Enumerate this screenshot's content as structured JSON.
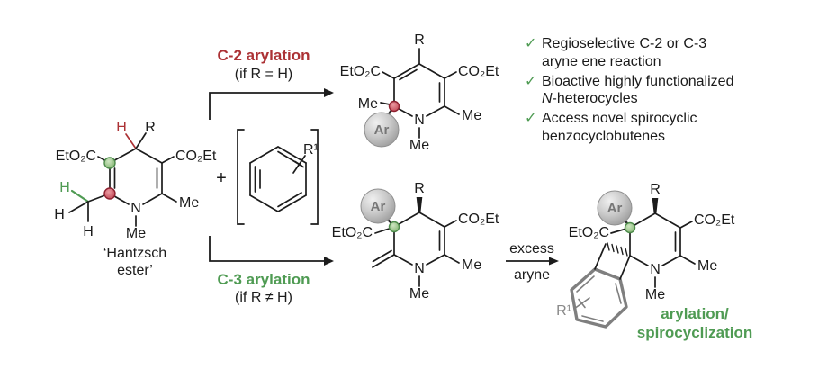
{
  "colors": {
    "red": "#ac3235",
    "green": "#4f9b53",
    "gray": "#7f7f7f"
  },
  "hantzsch": {
    "ester_left": "EtO₂C",
    "ester_right": "CO₂Et",
    "h_allylic": "H",
    "r_substituent": "R",
    "n_label": "N",
    "n_methyl": "Me",
    "c6_methyl": "Me",
    "h_green": "H",
    "h_a": "H",
    "h_b": "H",
    "caption_line1": "‘Hantzsch",
    "caption_line2": "ester’"
  },
  "plus_sign": "+",
  "aryne": {
    "r1": "R¹"
  },
  "arrows": {
    "c2": {
      "label": "C-2 arylation",
      "condition": "(if R = H)"
    },
    "c3": {
      "label": "C-3 arylation",
      "condition": "(if R ≠ H)"
    },
    "excess": {
      "line1": "excess",
      "line2": "aryne"
    }
  },
  "product_c2": {
    "r": "R",
    "ester_left": "EtO₂C",
    "ester_right": "CO₂Et",
    "c2_methyl": "Me",
    "ar": "Ar",
    "n_label": "N",
    "n_methyl": "Me",
    "c6_methyl": "Me"
  },
  "checklist": {
    "check": "✓",
    "items": [
      {
        "line1": "Regioselective C-2 or C-3",
        "line2": "aryne ene reaction"
      },
      {
        "line1": "Bioactive highly functionalized",
        "line2_italic": "N",
        "line2_rest": "-heterocycles"
      },
      {
        "line1": "Access novel spirocyclic",
        "line2": "benzocyclobutenes"
      }
    ]
  },
  "product_c3": {
    "r": "R",
    "ar": "Ar",
    "ester_left": "EtO₂C",
    "ester_right": "CO₂Et",
    "n_label": "N",
    "n_methyl": "Me",
    "c6_methyl": "Me"
  },
  "product_spiro": {
    "r": "R",
    "ar": "Ar",
    "ester_left": "EtO₂C",
    "ester_right": "CO₂Et",
    "n_label": "N",
    "n_methyl": "Me",
    "c6_methyl": "Me",
    "r1": "R¹",
    "caption_line1": "arylation/",
    "caption_line2": "spirocyclization"
  }
}
